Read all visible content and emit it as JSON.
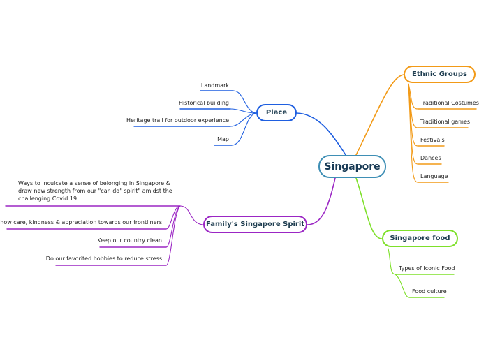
{
  "root": {
    "label": "Singapore"
  },
  "colors": {
    "place": "#1f5fe0",
    "spirit": "#9b26c4",
    "ethnic": "#f29a17",
    "food": "#7ee02a",
    "root_border": "#3f8fb5"
  },
  "branches": {
    "place": {
      "label": "Place",
      "children": [
        "Landmark",
        "Historical building",
        "Heritage trail for outdoor experience",
        "Map"
      ]
    },
    "spirit": {
      "label": "Family's Singapore Spirit",
      "children": [
        "Ways to inculcate a sense of belonging in Singapore & draw new strength from our \"can do\" spirit\" amidst the challenging Covid 19.",
        "Show care, kindness & appreciation towards our frontliners",
        "Keep our country clean",
        "Do our favorited hobbies to reduce stress"
      ]
    },
    "ethnic": {
      "label": "Ethnic Groups",
      "children": [
        "Traditional Costumes",
        "Traditional games",
        "Festivals",
        "Dances",
        "Language"
      ]
    },
    "food": {
      "label": "Singapore food",
      "children": [
        "Types of Iconic Food",
        "Food culture"
      ]
    }
  }
}
